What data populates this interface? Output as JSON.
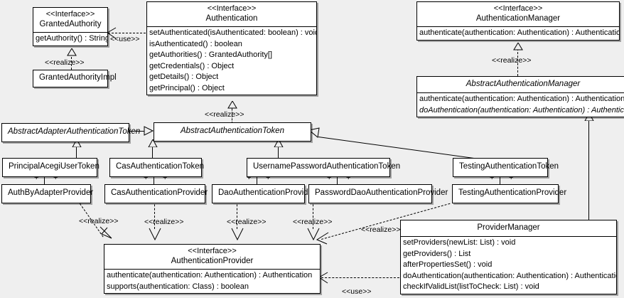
{
  "diagram": {
    "background": "#efefef",
    "line_color": "#000000",
    "box_fill": "#ffffff",
    "stereotype_interface": "<<Interface>>",
    "label_realize": "<<realize>>",
    "label_use": "<<use>>",
    "association_marker": "+"
  },
  "classes": {
    "granted_authority": {
      "stereotype": "<<Interface>>",
      "name": "GrantedAuthority",
      "members": [
        "getAuthority() : String"
      ]
    },
    "granted_authority_impl": {
      "name": "GrantedAuthorityImpl"
    },
    "authentication": {
      "stereotype": "<<Interface>>",
      "name": "Authentication",
      "members": [
        "setAuthenticated(isAuthenticated: boolean) : void",
        "isAuthenticated() : boolean",
        "getAuthorities() : GrantedAuthority[]",
        "getCredentials() : Object",
        "getDetails() : Object",
        "getPrincipal() : Object"
      ]
    },
    "authentication_manager": {
      "stereotype": "<<Interface>>",
      "name": "AuthenticationManager",
      "members": [
        "authenticate(authentication: Authentication) : Authentication"
      ]
    },
    "abstract_authentication_manager": {
      "name": "AbstractAuthenticationManager",
      "members": [
        "authenticate(authentication: Authentication) : Authentication",
        "doAuthentication(authentication: Authentication) : Authentication"
      ]
    },
    "abstract_adapter_authentication_token": {
      "name": "AbstractAdapterAuthenticationToken"
    },
    "abstract_authentication_token": {
      "name": "AbstractAuthenticationToken"
    },
    "principal_acegi_user_token": {
      "name": "PrincipalAcegiUserToken"
    },
    "cas_authentication_token": {
      "name": "CasAuthenticationToken"
    },
    "username_password_authentication_token": {
      "name": "UsernamePasswordAuthenticationToken"
    },
    "testing_authentication_token": {
      "name": "TestingAuthenticationToken"
    },
    "auth_by_adapter_provider": {
      "name": "AuthByAdapterProvider"
    },
    "cas_authentication_provider": {
      "name": "CasAuthenticationProvider"
    },
    "dao_authentication_provider": {
      "name": "DaoAuthenticationProvider"
    },
    "password_dao_authentication_provider": {
      "name": "PasswordDaoAuthenticationProvider"
    },
    "testing_authentication_provider": {
      "name": "TestingAuthenticationProvider"
    },
    "authentication_provider": {
      "stereotype": "<<Interface>>",
      "name": "AuthenticationProvider",
      "members": [
        "authenticate(authentication: Authentication) : Authentication",
        "supports(authentication: Class) : boolean"
      ]
    },
    "provider_manager": {
      "name": "ProviderManager",
      "members": [
        "setProviders(newList: List) : void",
        "getProviders() : List",
        "afterPropertiesSet() : void",
        "doAuthentication(authentication: Authentication) : Authentication",
        "checkIfValidList(listToCheck: List) : void"
      ]
    }
  },
  "relation_labels": {
    "use_authentication_grantedauthority": "<<use>>",
    "realize_grantedauthorityimpl": "<<realize>>",
    "realize_abstract_authentication_token": "<<realize>>",
    "realize_abstract_authentication_manager": "<<realize>>",
    "realize_authbyadapter": "<<realize>>",
    "realize_cas": "<<realize>>",
    "realize_dao": "<<realize>>",
    "realize_passworddao": "<<realize>>",
    "realize_testing": "<<realize>>",
    "use_providermanager_authenticationprovider": "<<use>>"
  }
}
